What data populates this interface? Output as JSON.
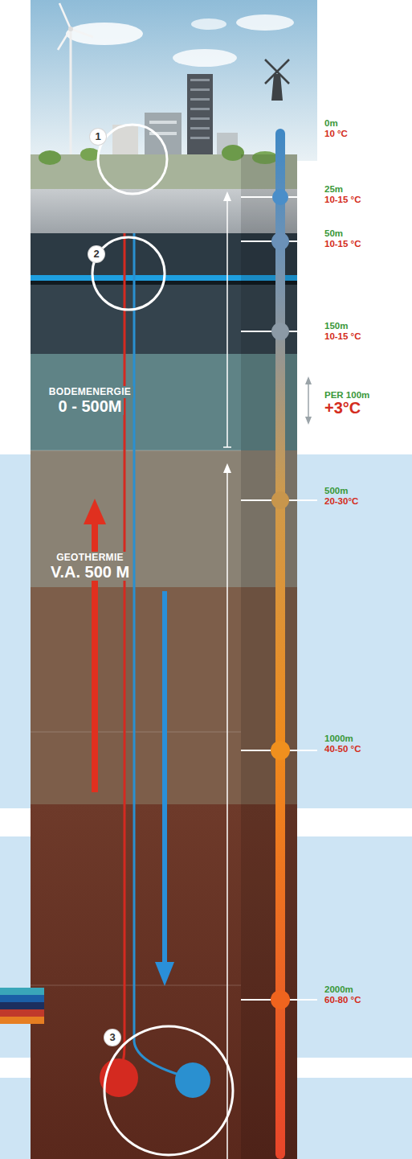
{
  "diagram": {
    "nodes": [
      {
        "text": [
          "1"
        ]
      },
      {
        "text": [
          "2"
        ]
      },
      {
        "text": [
          "3"
        ]
      }
    ],
    "labels": [
      "0m",
      "10 °C",
      "25m",
      "10-15 °C",
      "50m",
      "10-15 °C",
      "150m",
      "10-15 °C",
      "PER 100m",
      "+3°C",
      "500m",
      "20-30°C",
      "1000m",
      "40-50 °C",
      "2000m",
      "60-80 °C",
      "BODEMENERGIE",
      "0 - 500M",
      "GEOTHERMIE",
      "V.A. 500 M"
    ]
  }
}
